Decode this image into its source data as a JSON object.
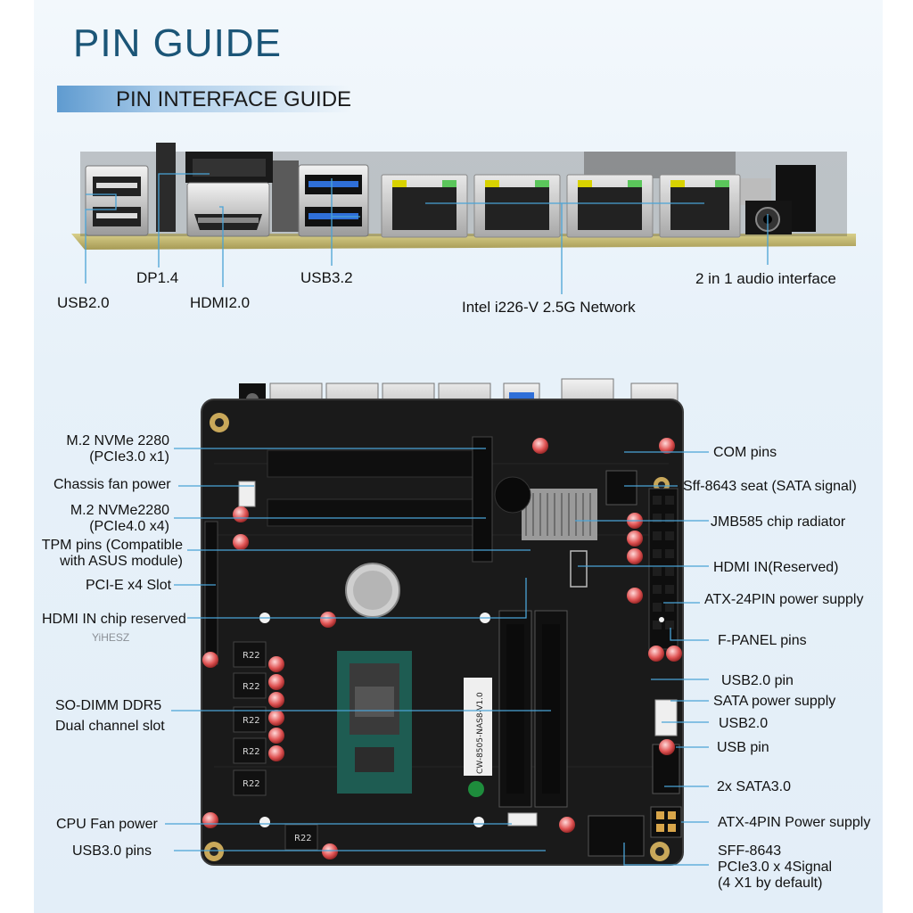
{
  "page": {
    "title": "PIN GUIDE",
    "subtitle": "PIN INTERFACE GUIDE",
    "watermark": "YiHESZ"
  },
  "io_panel_labels": {
    "usb20": "USB2.0",
    "dp14": "DP1.4",
    "hdmi20": "HDMI2.0",
    "usb32": "USB3.2",
    "network": "Intel i226-V 2.5G Network",
    "audio": "2 in 1 audio interface"
  },
  "board_left_labels": {
    "m2_nvme_pcie3": "M.2 NVMe 2280\n(PCIe3.0 x1)",
    "chassis_fan": "Chassis fan power",
    "m2_nvme_pcie4": "M.2 NVMe2280\n(PCIe4.0 x4)",
    "tpm": "TPM pins (Compatible\nwith ASUS module)",
    "pcie_slot": "PCI-E x4 Slot",
    "hdmi_in_chip": "HDMI IN chip reserved",
    "sodimm": "SO-DIMM DDR5\nDual channel slot",
    "cpu_fan": "CPU Fan power",
    "usb30_pins": "USB3.0 pins"
  },
  "board_right_labels": {
    "com_pins": "COM pins",
    "sff8643_sata": "Sff-8643 seat (SATA signal)",
    "jmb585": "JMB585 chip radiator",
    "hdmi_in": "HDMI IN(Reserved)",
    "atx24": "ATX-24PIN power supply",
    "fpanel": "F-PANEL pins",
    "usb20_pin": "USB2.0 pin",
    "sata_power": "SATA power supply",
    "usb20": "USB2.0",
    "usb_pin": "USB pin",
    "sata3": "2x SATA3.0",
    "atx4": "ATX-4PIN Power supply",
    "sff8643_pcie": "SFF-8643\nPCIe3.0 x 4Signal\n(4 X1 by default)"
  },
  "board_silkscreen": {
    "inductor_label": "R22",
    "board_id": "CW-8505-NAS8-V1.0"
  },
  "colors": {
    "title": "#1b5577",
    "accent_bar": "#5f9bd0",
    "leader_line": "#4aa3d6",
    "pcb": "#1a1a1a",
    "board_edge": "#c9b86a"
  }
}
